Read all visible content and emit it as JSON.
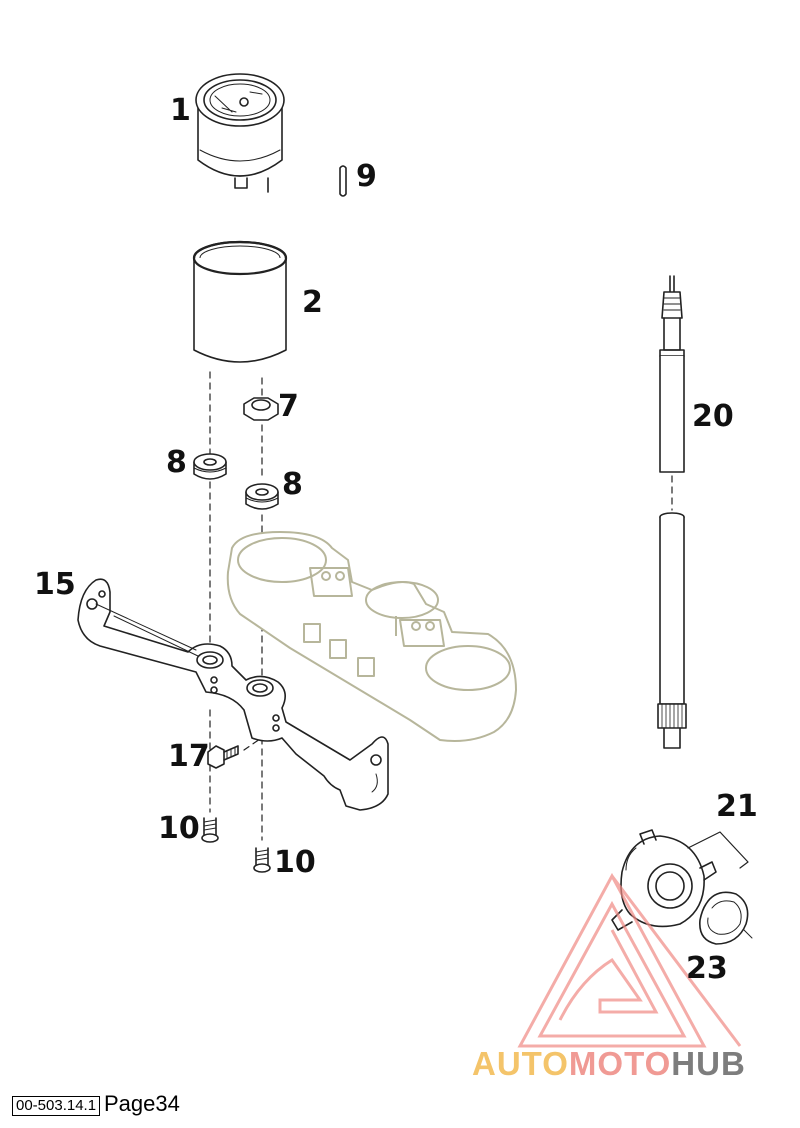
{
  "diagram": {
    "callouts": {
      "c1": "1",
      "c2": "2",
      "c7": "7",
      "c8a": "8",
      "c8b": "8",
      "c9": "9",
      "c10a": "10",
      "c10b": "10",
      "c15": "15",
      "c17": "17",
      "c20": "20",
      "c21": "21",
      "c23": "23"
    },
    "parts": [
      "speedometer-gauge",
      "rubber-sleeve",
      "nut",
      "grommet",
      "grommet",
      "pin",
      "screw",
      "screw",
      "gauge-bracket",
      "bolt",
      "speedometer-cable",
      "speedometer-drive",
      "retaining-ring",
      "triple-clamp-outline"
    ]
  },
  "footer": {
    "code": "00-503.14.1",
    "page": "Page34"
  },
  "watermark": {
    "part1": "AUTO",
    "part2": "MOTO",
    "part3": "HUB",
    "colors": {
      "auto": "#f4c46a",
      "moto": "#f09a94",
      "hub": "#7d7d7d",
      "triangle": "#f08a84"
    }
  }
}
